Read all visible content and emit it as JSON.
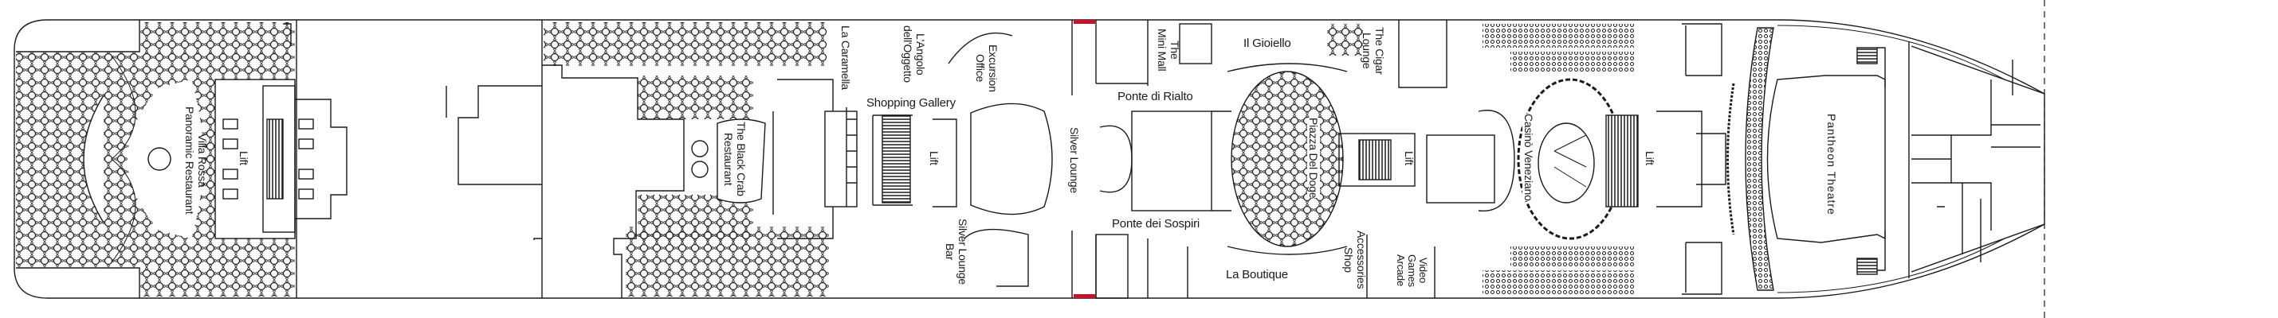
{
  "plan": {
    "colors": {
      "line": "#1a1a1a",
      "fire_door": "#c8102e",
      "background": "#ffffff"
    },
    "venues": {
      "villa_rossa_1": "Villa Rossa",
      "villa_rossa_2": "Panoramic Restaurant",
      "lift_aft": "Lift",
      "black_crab_1": "The Black Crab",
      "black_crab_2": "Restaurant",
      "la_caramella": "La Caramella",
      "angolo_1": "L'Angolo",
      "angolo_2": "dell'Oggetto",
      "excursion_1": "Excursion",
      "excursion_2": "Office",
      "shopping_gallery": "Shopping Gallery",
      "lift_mid_aft": "Lift",
      "silver_lounge_bar_1": "Silver Lounge",
      "silver_lounge_bar_2": "Bar",
      "silver_lounge": "Silver Lounge",
      "mini_mall_1": "The",
      "mini_mall_2": "Mini Mall",
      "ponte_rialto": "Ponte di Rialto",
      "ponte_sospiri": "Ponte dei Sospiri",
      "il_gioiello": "Il Gioiello",
      "cigar_1": "The Cigar",
      "cigar_2": "Lounge",
      "piazza_doge": "Piazza Del Doge",
      "la_boutique": "La Boutique",
      "lift_mid": "Lift",
      "accessories_1": "Accessories",
      "accessories_2": "Shop",
      "video_1": "Video",
      "video_2": "Games",
      "video_3": "Arcade",
      "casino": "Casinò Veneziano",
      "lift_fwd": "Lift",
      "pantheon": "Pantheon Theatre"
    }
  }
}
